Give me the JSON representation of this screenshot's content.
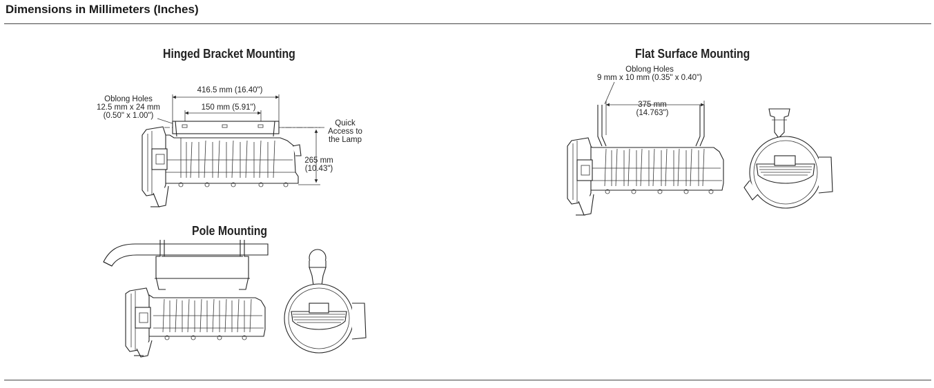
{
  "header": {
    "title": "Dimensions in Millimeters (Inches)"
  },
  "hinged": {
    "title": "Hinged Bracket Mounting",
    "oblong_line1": "Oblong Holes",
    "oblong_line2": "12.5 mm x 24 mm",
    "oblong_line3": "(0.50\" x 1.00\")",
    "overall_width": "416.5 mm (16.40\")",
    "hole_spacing": "150 mm (5.91\")",
    "access_line1": "Quick",
    "access_line2": "Access to",
    "access_line3": "the Lamp",
    "height_line1": "265 mm",
    "height_line2": "(10.43\")"
  },
  "flat": {
    "title": "Flat Surface Mounting",
    "oblong_line1": "Oblong Holes",
    "oblong_line2": "9 mm x 10 mm (0.35\" x 0.40\")",
    "spacing_line1": "375 mm",
    "spacing_line2": "(14.763\")"
  },
  "pole": {
    "title": "Pole Mounting"
  }
}
